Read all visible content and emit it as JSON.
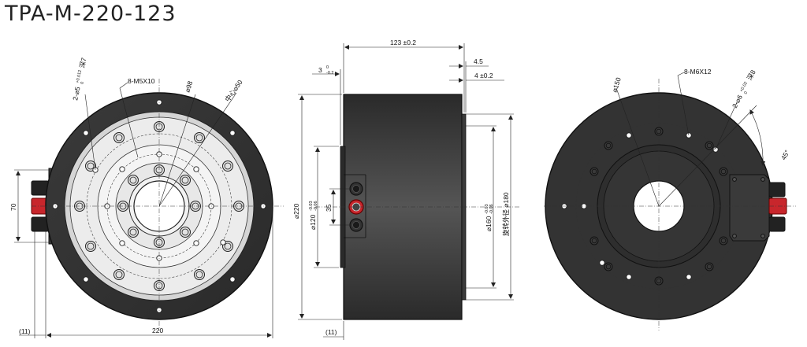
{
  "title": "TPA-M-220-123",
  "front": {
    "dim_220": "220",
    "dim_70": "70",
    "dim_11": "(11)",
    "label_8m5x10": "8-M5X10",
    "label_2phi5": "2-⌀5",
    "label_2phi5_tol_up": "+0.012",
    "label_2phi5_tol_dn": "0",
    "label_2phi5_depth": "深7",
    "label_phi98": "⌀98",
    "label_center_phi50": "中心⌀50"
  },
  "side": {
    "dim_123": "123 ±0.2",
    "dim_3": "3",
    "dim_3_tol_up": "0",
    "dim_3_tol_dn": "-0.2",
    "dim_45": "4.5",
    "dim_4": "4 ±0.2",
    "dim_220": "⌀220",
    "dim_120": "⌀120",
    "dim_120_tol_up": "-0.03",
    "dim_120_tol_dn": "-0.06",
    "dim_35": "35",
    "dim_160": "⌀160",
    "dim_160_tol_up": "-0.03",
    "dim_160_tol_dn": "-0.06",
    "dim_180": "旋转外径 ⌀180",
    "dim_11": "(11)"
  },
  "rear": {
    "label_phi150": "⌀150",
    "label_8m6x12": "8-M6X12",
    "label_2phi6": "2-⌀6",
    "label_2phi6_tol_up": "+0.02",
    "label_2phi6_tol_dn": "0",
    "label_2phi6_depth": "深8",
    "label_45": "45°"
  }
}
